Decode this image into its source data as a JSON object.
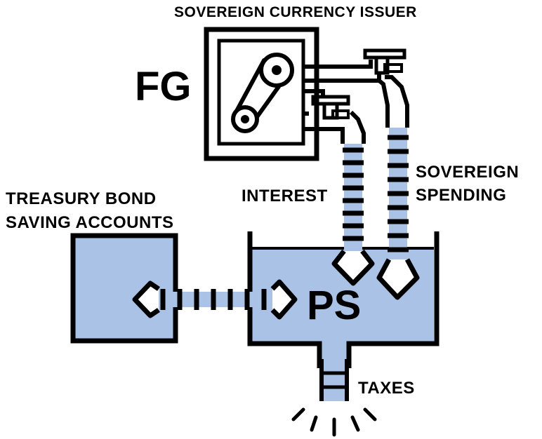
{
  "title": "SOVEREIGN CURRENCY ISSUER",
  "nodes": {
    "federal_government": "FG",
    "private_sector": "PS"
  },
  "flows": {
    "interest": "INTEREST",
    "sovereign_spending": [
      "SOVEREIGN",
      "SPENDING"
    ],
    "taxes": "TAXES"
  },
  "savings_accounts": [
    "TREASURY BOND",
    "SAVING ACCOUNTS"
  ],
  "colors": {
    "fill_blue": "#a9c2e6",
    "outline": "#000000",
    "background": "#ffffff"
  }
}
